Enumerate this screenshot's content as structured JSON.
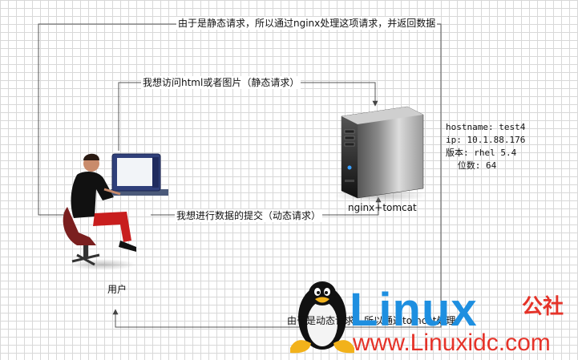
{
  "labels": {
    "top_static_response": "由于是静态请求，所以通过nginx处理这项请求，并返回数据",
    "static_request": "我想访问html或者图片（静态请求）",
    "dynamic_submit": "我想进行数据的提交（动态请求）",
    "bottom_dynamic_response": "由于是动态请求，所以通过tomcat处理",
    "server_name": "nginx+tomcat",
    "user_name": "用户"
  },
  "server_info": {
    "hostname": "hostname: test4",
    "ip": "ip: 10.1.88.176",
    "version": "版本: rhel 5.4",
    "bits": "位数: 64"
  },
  "watermark": {
    "brand": "Linux",
    "brand_cn": "公社",
    "url": "www.Linuxidc.com"
  },
  "colors": {
    "line": "#555555",
    "grid": "#d8d8d8",
    "watermark_blue": "#1e8fe0",
    "watermark_red": "#e53329"
  }
}
